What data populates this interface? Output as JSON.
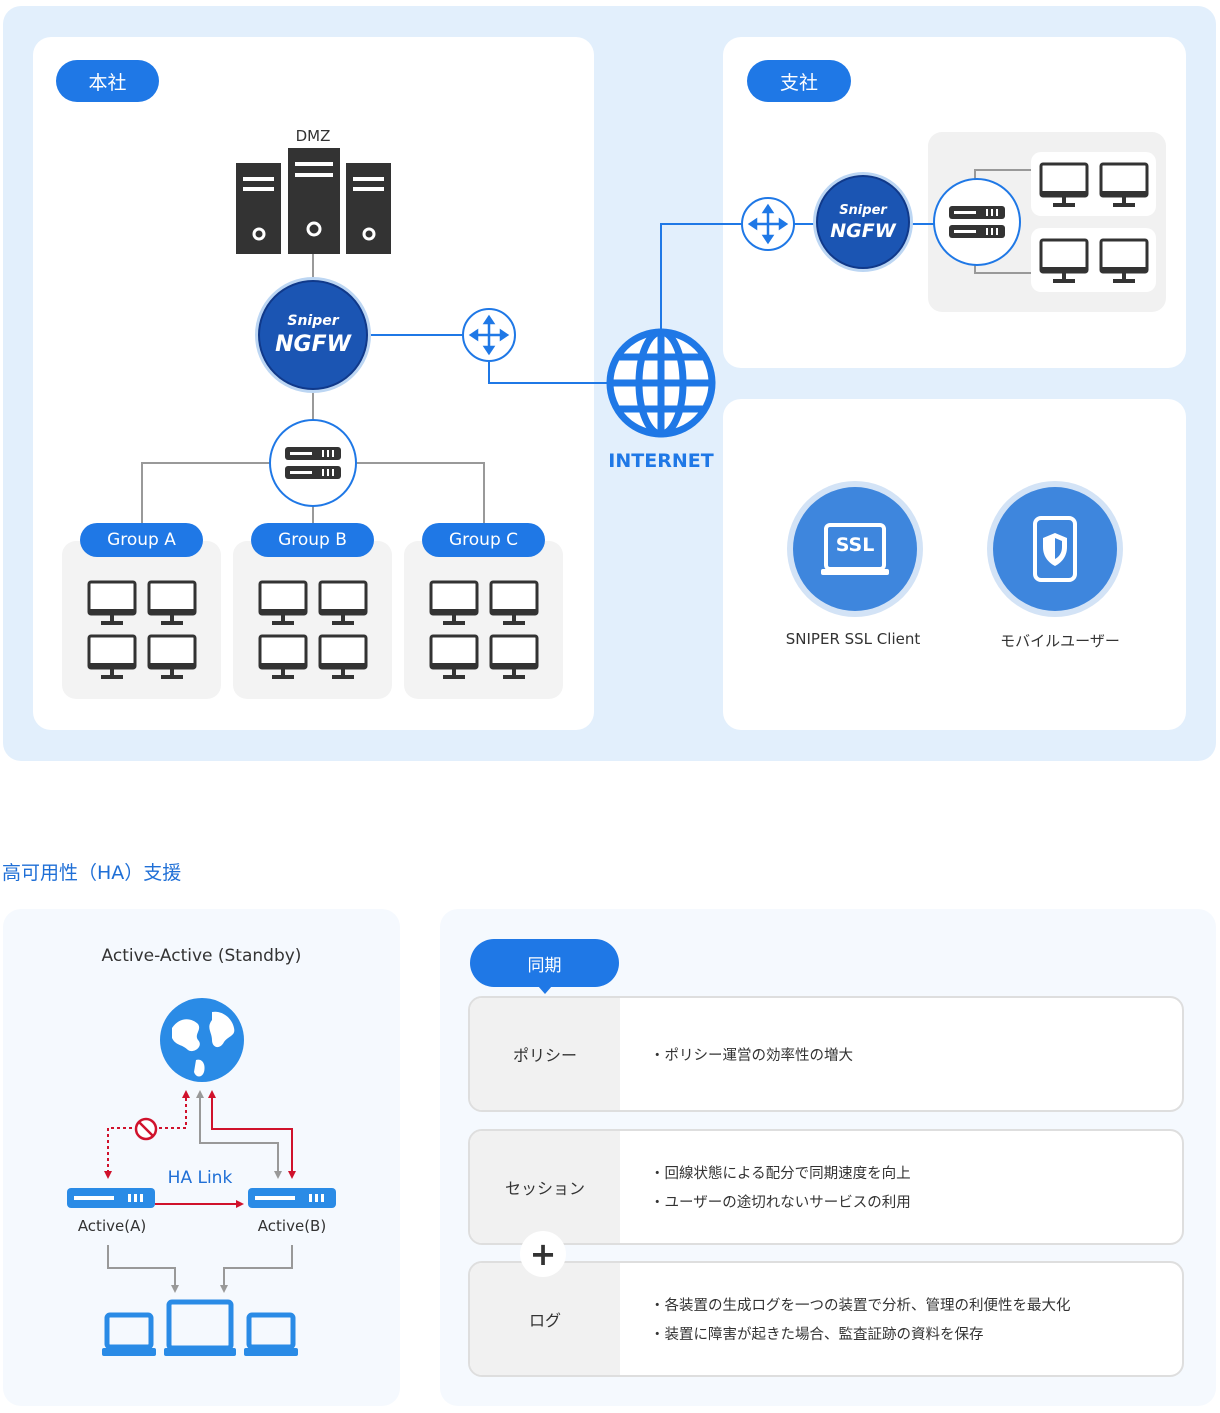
{
  "hq": {
    "label": "本社",
    "dmz": "DMZ",
    "groups": [
      "Group A",
      "Group B",
      "Group C"
    ]
  },
  "branch": {
    "label": "支社"
  },
  "ngfw": {
    "brand_top": "Sniper",
    "brand_main": "NGFW"
  },
  "internet": {
    "label": "INTERNET"
  },
  "remote": {
    "ssl_client": "SNIPER SSL Client",
    "ssl_icon_text": "SSL",
    "mobile_user": "モバイルユーザー"
  },
  "ha": {
    "section_title": "高可用性（HA）支援",
    "mode_title": "Active-Active (Standby)",
    "link_label": "HA Link",
    "device_a": "Active(A)",
    "device_b": "Active(B)"
  },
  "sync": {
    "badge": "同期",
    "rows": [
      {
        "head": "ポリシー",
        "items": [
          "・ポリシー運営の効率性の増大"
        ]
      },
      {
        "head": "セッション",
        "items": [
          "・回線状態による配分で同期速度を向上",
          "・ユーザーの途切れないサービスの利用"
        ]
      },
      {
        "head": "ログ",
        "items": [
          "・各装置の生成ログを一つの装置で分析、管理の利便性を最大化",
          "・装置に障害が起きた場合、監査証跡の資料を保存"
        ]
      }
    ],
    "plus": "+"
  },
  "colors": {
    "primary": "#1f78e6",
    "ngfw_fill": "#1b55b3",
    "alert": "#d0122c",
    "line": "#999999"
  }
}
